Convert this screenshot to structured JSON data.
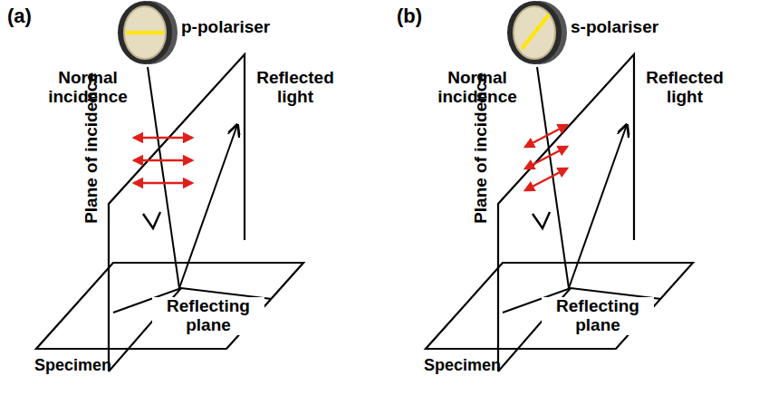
{
  "diagram": {
    "labels": [
      "(a)",
      "p-polariser",
      "Normal incidence",
      "Reflected light",
      "Plane of incidence",
      "Reflecting plane",
      "Specimen",
      "(b)",
      "s-polariser",
      "Normal incidence",
      "Reflected light",
      "Plane of incidence",
      "Reflecting plane",
      "Specimen"
    ]
  }
}
